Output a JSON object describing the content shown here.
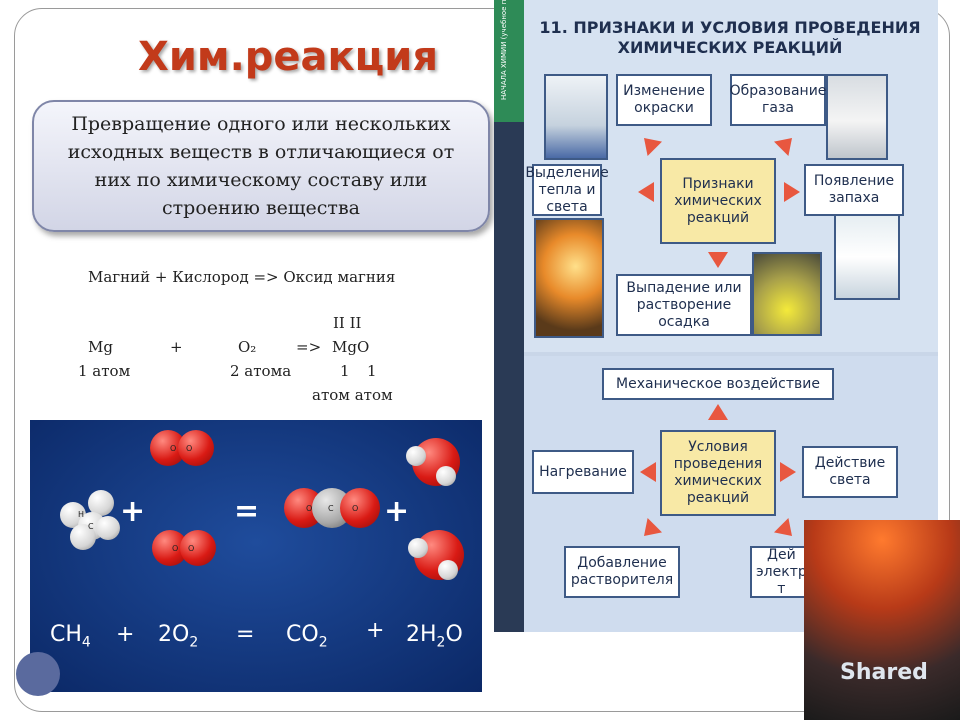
{
  "slide": {
    "title": "Хим.реакция",
    "definition": "Превращение одного или нескольких исходных веществ в отличающиеся от них по химическому составу или строению вещества"
  },
  "equation": {
    "words": "Магний  +  Кислород  =>  Оксид магния",
    "valence": "II  II",
    "symbols": [
      "Mg",
      "+",
      "O₂",
      "=>",
      "MgO"
    ],
    "atom_counts": [
      "1 атом",
      "2 атома",
      "1",
      "1"
    ],
    "atom_labels": "атом  атом"
  },
  "molecules": {
    "formula_left": "CH",
    "formula_left_sub": "4",
    "plus1": "+",
    "coef_o2": "2O",
    "coef_o2_sub": "2",
    "equals": "=",
    "co2": "CO",
    "co2_sub": "2",
    "plus2": "+",
    "h2o_pre": "2H",
    "h2o_sub": "2",
    "h2o_post": "O",
    "big_plus": "+",
    "big_equals": "=",
    "atom_o": "O",
    "atom_h": "H",
    "atom_c": "C"
  },
  "poster": {
    "spine_text": "НАЧАЛА ХИМИИ (учебное пособие)",
    "title_line1": "11. ПРИЗНАКИ И УСЛОВИЯ ПРОВЕДЕНИЯ",
    "title_line2": "ХИМИЧЕСКИХ РЕАКЦИЙ",
    "signs_center": "Признаки химических реакций",
    "signs": {
      "color_change": "Изменение окраски",
      "gas": "Образование газа",
      "heat_light": "Выделение тепла и света",
      "smell": "Появление запаха",
      "precipitate": "Выпадение или растворение осадка"
    },
    "conditions_center": "Условия проведения химических реакций",
    "conditions": {
      "mechanical": "Механическое воздействие",
      "heating": "Нагревание",
      "light": "Действие света",
      "solvent": "Добавление растворителя",
      "electric": "Дей электр т"
    }
  },
  "watermark": "Shared",
  "colors": {
    "title": "#c23a1a",
    "arrow": "#e8573f",
    "center_box": "#f8e9a6",
    "molecule_bg": "#0b2866"
  }
}
